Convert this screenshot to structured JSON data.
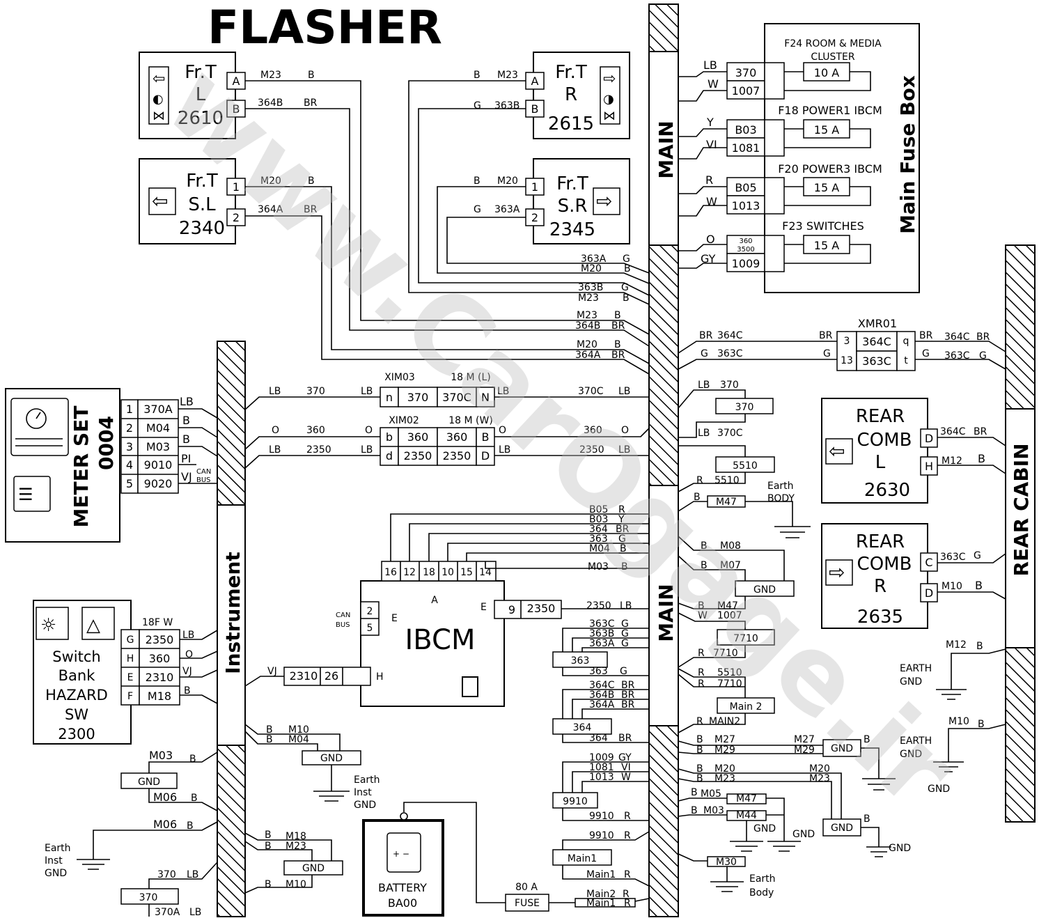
{
  "title": "FLASHER",
  "watermark": "www.CarOgage.ir",
  "bars": {
    "main": "MAIN",
    "instrument": "Instrument",
    "rear_cabin": "REAR CABIN",
    "main_fuse_box": "Main Fuse Box"
  },
  "components": {
    "fr_t_l": {
      "line1": "Fr.T",
      "line2": "L",
      "code": "2610",
      "pinA": "A",
      "pinB": "B"
    },
    "fr_t_r": {
      "line1": "Fr.T",
      "line2": "R",
      "code": "2615",
      "pinA": "A",
      "pinB": "B"
    },
    "fr_t_sl": {
      "line1": "Fr.T",
      "line2": "S.L",
      "code": "2340",
      "pin1": "1",
      "pin2": "2"
    },
    "fr_t_sr": {
      "line1": "Fr.T",
      "line2": "S.R",
      "code": "2345",
      "pin1": "1",
      "pin2": "2"
    },
    "meter_set": {
      "name": "METER SET",
      "code": "0004",
      "can": "CAN",
      "bus": "BUS"
    },
    "switch_bank": {
      "line1": "Switch",
      "line2": "Bank",
      "line3": "HAZARD",
      "line4": "SW",
      "code": "2300",
      "conn": "18F W"
    },
    "ibcm": {
      "name": "IBCM",
      "conn_a": "A",
      "conn_e": "E",
      "conn_h": "H",
      "can": "CAN",
      "bus": "BUS"
    },
    "battery": {
      "name": "BATTERY",
      "code": "BA00"
    },
    "fuse80": {
      "rating": "80 A",
      "name": "FUSE"
    },
    "rear_comb_l": {
      "line1": "REAR",
      "line2": "COMB",
      "line3": "L",
      "code": "2630"
    },
    "rear_comb_r": {
      "line1": "REAR",
      "line2": "COMB",
      "line3": "R",
      "code": "2635"
    },
    "xmr01": "XMR01",
    "xim03": {
      "name": "XIM03",
      "conn": "18 M (L)"
    },
    "xim02": {
      "name": "XIM02",
      "conn": "18 M (W)"
    }
  },
  "fuses": [
    {
      "label": "F24 ROOM & MEDIA",
      "label2": "CLUSTER",
      "rating": "10 A",
      "c1": "LB",
      "c2": "W",
      "t1": "370",
      "t2": "1007"
    },
    {
      "label": "F18 POWER1 IBCM",
      "rating": "15 A",
      "c1": "Y",
      "c2": "VI",
      "t1": "B03",
      "t2": "1081"
    },
    {
      "label": "F20 POWER3 IBCM",
      "rating": "15 A",
      "c1": "R",
      "c2": "W",
      "t1": "B05",
      "t2": "1013"
    },
    {
      "label": "F23 SWITCHES",
      "rating": "15 A",
      "c1": "O",
      "c2": "GY",
      "t1a": "360",
      "t1b": "3500",
      "t2": "1009"
    }
  ],
  "meter_pins": [
    {
      "n": "1",
      "t": "370A",
      "c": "LB"
    },
    {
      "n": "2",
      "t": "M04",
      "c": "B"
    },
    {
      "n": "3",
      "t": "M03",
      "c": "B"
    },
    {
      "n": "4",
      "t": "9010",
      "c": "PI"
    },
    {
      "n": "5",
      "t": "9020",
      "c": "VJ"
    }
  ],
  "switch_pins": [
    {
      "n": "G",
      "t": "2350",
      "c": "LB"
    },
    {
      "n": "H",
      "t": "360",
      "c": "O"
    },
    {
      "n": "E",
      "t": "2310",
      "c": "VJ"
    },
    {
      "n": "F",
      "t": "M18",
      "c": "B"
    }
  ],
  "ibcm_pins": [
    "16",
    "12",
    "18",
    "10",
    "15",
    "14"
  ],
  "ibcm_can": [
    "2",
    "5"
  ],
  "ibcm_e": {
    "n": "9",
    "t": "2350"
  },
  "ibcm_h": {
    "n": "26",
    "t": "2310"
  },
  "xmr": {
    "r1": {
      "p": "3",
      "t": "364C",
      "q": "q"
    },
    "r2": {
      "p": "13",
      "t": "363C",
      "q": "t"
    }
  },
  "xim03_row": {
    "a": "n",
    "b": "370",
    "c": "370C",
    "d": "N"
  },
  "xim02_rows": [
    {
      "a": "b",
      "b": "360",
      "c": "360",
      "d": "B"
    },
    {
      "a": "d",
      "b": "2350",
      "c": "2350",
      "d": "D"
    }
  ],
  "splices": {
    "s370": "370",
    "s5510": "5510",
    "s7710": "7710",
    "main2": "Main 2",
    "s363": "363",
    "s364": "364",
    "s9910": "9910",
    "main1": "Main1",
    "gnd": "GND",
    "s370b": "370"
  },
  "grounds": {
    "earth": "Earth",
    "body": "BODY",
    "body2": "Body",
    "inst": "Inst",
    "gnd": "GND",
    "earth_caps": "EARTH",
    "m47": "M47",
    "m44": "M44",
    "m30": "M30"
  },
  "pins_rear": {
    "l_d": "D",
    "l_h": "H",
    "r_c": "C",
    "r_d": "D"
  },
  "wires": {
    "m23": "M23",
    "m20": "M20",
    "m364b": "364B",
    "m364a": "364A",
    "m363b": "363B",
    "m363a": "363A",
    "b": "B",
    "br": "BR",
    "g": "G",
    "lb": "LB",
    "o": "O",
    "w": "W",
    "r": "R",
    "y": "Y",
    "vi": "VI",
    "gy": "GY",
    "vj": "VJ",
    "n370": "370",
    "n370c": "370C",
    "n360": "360",
    "n2350": "2350",
    "n364c": "364C",
    "n363c": "363C",
    "n5510": "5510",
    "n7710": "7710",
    "n1007": "1007",
    "m47": "M47",
    "m08": "M08",
    "m07": "M07",
    "m10": "M10",
    "m04": "M04",
    "m03": "M03",
    "m06": "M06",
    "m18": "M18",
    "m12": "M12",
    "m27": "M27",
    "m29": "M29",
    "m05": "M05",
    "m44": "M44",
    "main2": "MAIN2",
    "b05": "B05",
    "b03": "B03",
    "n364": "364",
    "n363": "363",
    "n1009": "1009",
    "n1081": "1081",
    "n1013": "1013",
    "n9910": "9910",
    "main1": "Main1",
    "main2w": "Main2",
    "n370a": "370A"
  }
}
